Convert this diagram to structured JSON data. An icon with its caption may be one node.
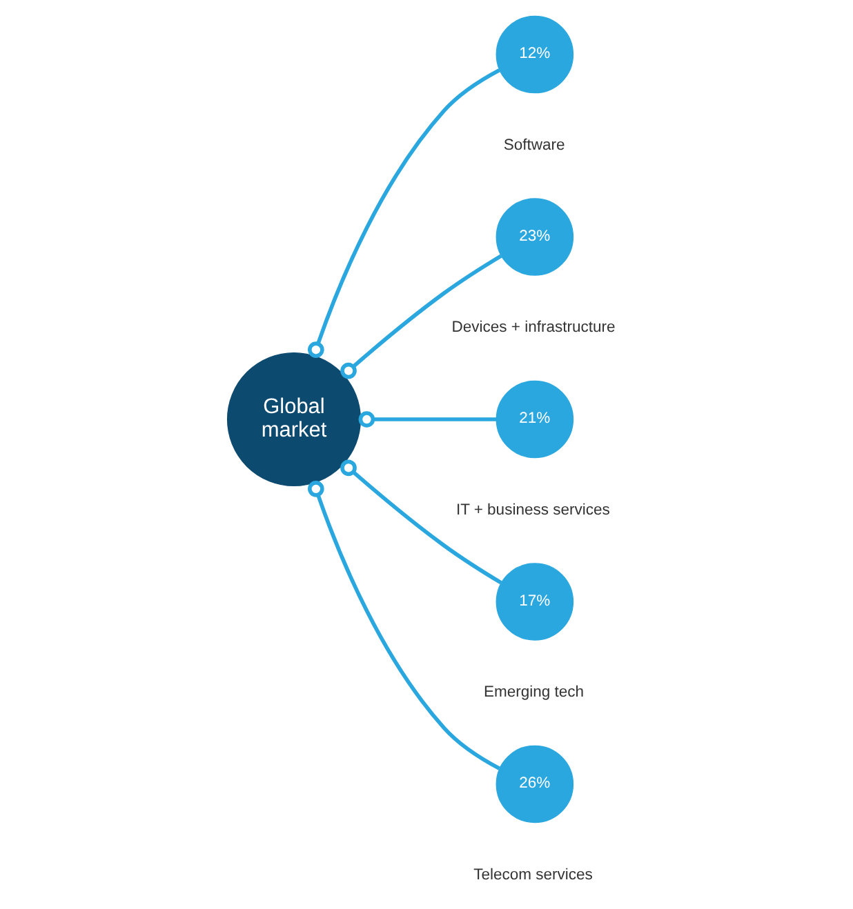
{
  "diagram": {
    "nodes": [
      {
        "text": [
          "Global",
          "market"
        ]
      },
      {
        "text": [
          "12%"
        ],
        "beside": [
          "Software"
        ]
      },
      {
        "text": [
          "23%"
        ],
        "beside": [
          "Devices + infrastructure"
        ]
      },
      {
        "text": [
          "21%"
        ],
        "beside": [
          "IT + business services"
        ]
      },
      {
        "text": [
          "17%"
        ],
        "beside": [
          "Emerging tech"
        ]
      },
      {
        "text": [
          "26%"
        ],
        "beside": [
          "Telecom services"
        ]
      }
    ],
    "edges": [
      {
        "from": 0,
        "to": 1,
        "arrow": "other"
      },
      {
        "from": 0,
        "to": 2,
        "arrow": "other"
      },
      {
        "from": 0,
        "to": 3,
        "arrow": "other"
      },
      {
        "from": 0,
        "to": 4,
        "arrow": "other"
      },
      {
        "from": 0,
        "to": 5,
        "arrow": "other"
      }
    ]
  }
}
